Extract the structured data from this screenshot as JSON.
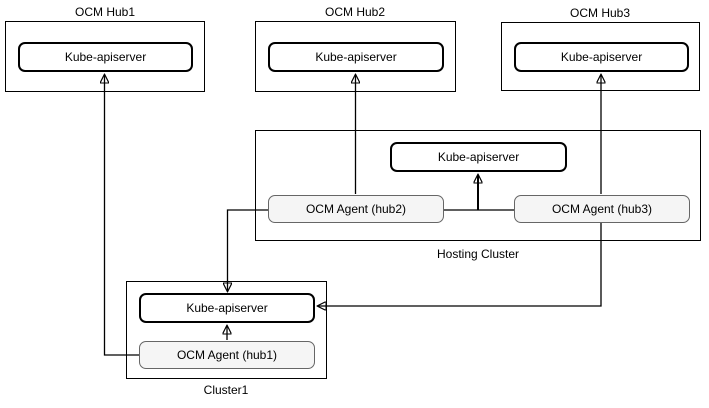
{
  "hubs": [
    {
      "title": "OCM Hub1",
      "apiserver_label": "Kube-apiserver"
    },
    {
      "title": "OCM Hub2",
      "apiserver_label": "Kube-apiserver"
    },
    {
      "title": "OCM Hub3",
      "apiserver_label": "Kube-apiserver"
    }
  ],
  "hosting_cluster": {
    "label": "Hosting Cluster",
    "apiserver_label": "Kube-apiserver",
    "agents": [
      {
        "label": "OCM Agent (hub2)"
      },
      {
        "label": "OCM Agent (hub3)"
      }
    ]
  },
  "cluster1": {
    "label": "Cluster1",
    "apiserver_label": "Kube-apiserver",
    "agent_label": "OCM Agent (hub1)"
  },
  "edges": [
    {
      "from": "OCM Agent (hub1)",
      "to": "Cluster1 Kube-apiserver"
    },
    {
      "from": "OCM Agent (hub1)",
      "to": "OCM Hub1 Kube-apiserver"
    },
    {
      "from": "OCM Agent (hub2)",
      "to": "OCM Hub2 Kube-apiserver"
    },
    {
      "from": "OCM Agent (hub2)",
      "to": "Cluster1 Kube-apiserver"
    },
    {
      "from": "OCM Agent (hub2)",
      "to": "Hosting Cluster Kube-apiserver"
    },
    {
      "from": "OCM Agent (hub3)",
      "to": "OCM Hub3 Kube-apiserver"
    },
    {
      "from": "OCM Agent (hub3)",
      "to": "Hosting Cluster Kube-apiserver"
    },
    {
      "from": "OCM Agent (hub3)",
      "to": "Cluster1 Kube-apiserver"
    }
  ],
  "colors": {
    "line": "#000000",
    "node_border": "#000000",
    "outer_border": "#000000",
    "agent_fill": "#f5f5f5",
    "agent_border": "#666666",
    "text": "#000000",
    "bg": "#ffffff"
  }
}
